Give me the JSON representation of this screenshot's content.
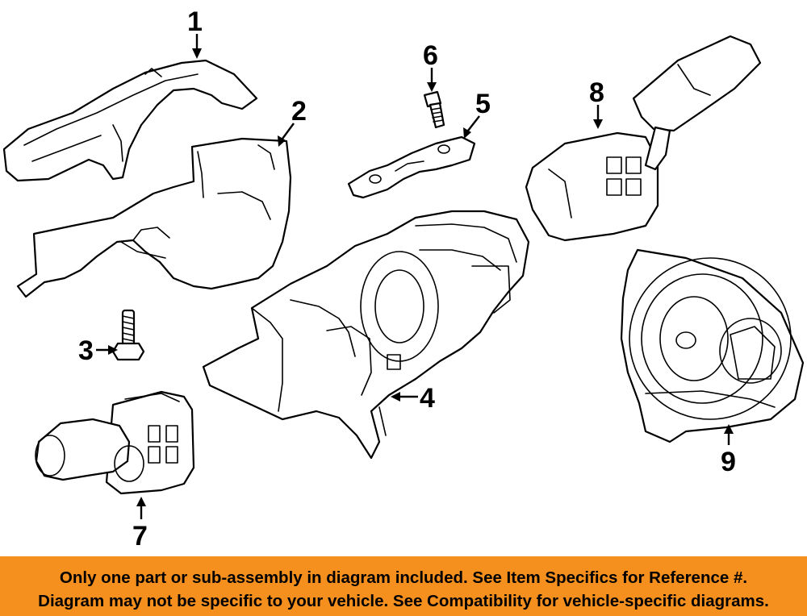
{
  "diagram": {
    "callouts": [
      {
        "id": "1",
        "label": "1"
      },
      {
        "id": "2",
        "label": "2"
      },
      {
        "id": "3",
        "label": "3"
      },
      {
        "id": "4",
        "label": "4"
      },
      {
        "id": "5",
        "label": "5"
      },
      {
        "id": "6",
        "label": "6"
      },
      {
        "id": "7",
        "label": "7"
      },
      {
        "id": "8",
        "label": "8"
      },
      {
        "id": "9",
        "label": "9"
      }
    ]
  },
  "banner": {
    "line1": "Only one part or sub-assembly in diagram included. See Item Specifics for Reference #.",
    "line2": "Diagram may not be specific to your vehicle. See Compatibility for vehicle-specific diagrams.",
    "background": "#f5901e"
  }
}
